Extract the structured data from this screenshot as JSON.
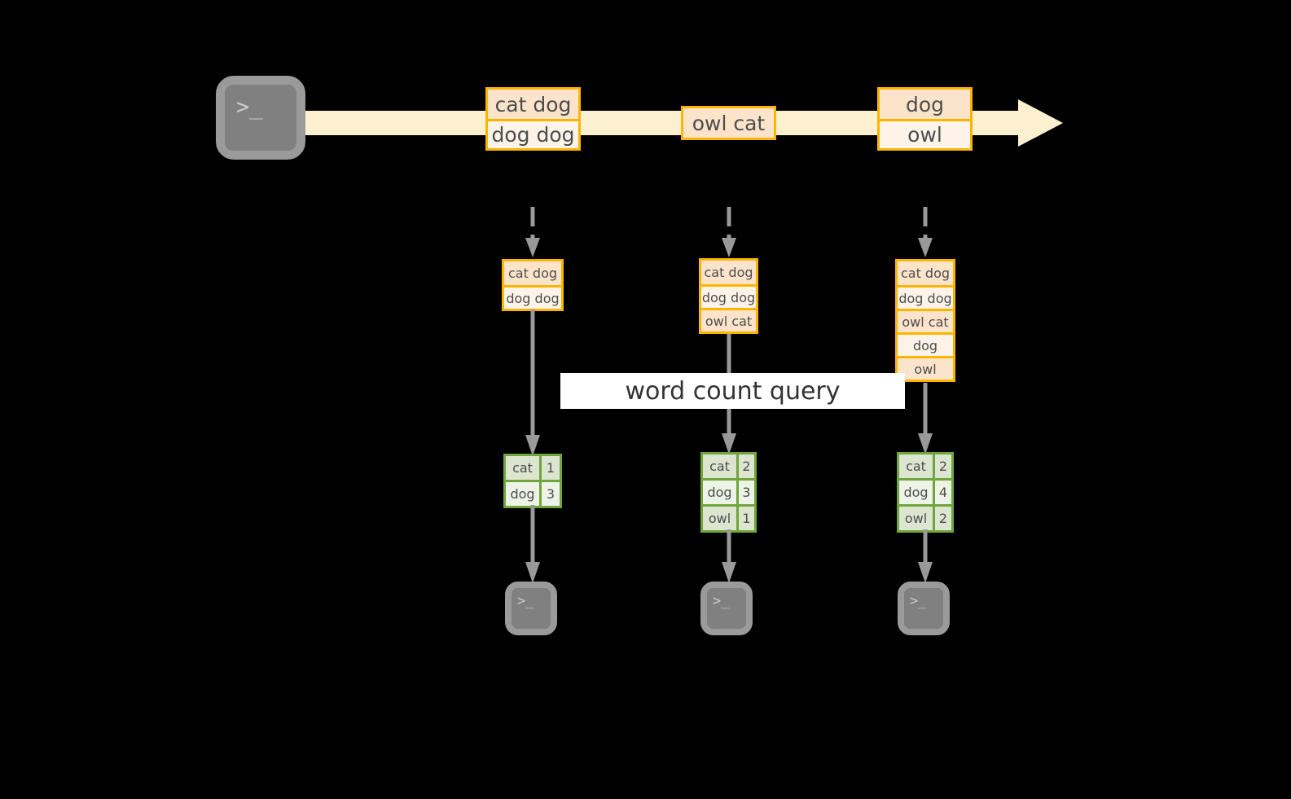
{
  "diagram": {
    "title": "word count query over a stream",
    "colors": {
      "background": "#000000",
      "stream_fill": "#fdf0d0",
      "record_border": "#ffb400",
      "record_fill_dark": "#fce4cb",
      "record_fill_light": "#fdf3e9",
      "result_border": "#6fa53b",
      "result_fill_dark": "#dce5d0",
      "result_fill_light": "#eef3e7",
      "terminal_fill": "#808080",
      "connector": "#999999",
      "label_background": "#ffffff",
      "text": "#4d4d4d"
    }
  },
  "source_terminal": {
    "prompt": ">_"
  },
  "stream": {
    "records": [
      {
        "lines": [
          {
            "text": "cat dog",
            "shade": "dark"
          },
          {
            "text": "dog dog",
            "shade": "light"
          }
        ]
      },
      {
        "lines": [
          {
            "text": "owl cat",
            "shade": "dark"
          }
        ]
      },
      {
        "lines": [
          {
            "text": "dog",
            "shade": "dark"
          },
          {
            "text": "owl",
            "shade": "light"
          }
        ]
      }
    ]
  },
  "query_label": "word count query",
  "snapshots": [
    {
      "state": [
        {
          "text": "cat dog",
          "shade": "dark"
        },
        {
          "text": "dog dog",
          "shade": "light"
        }
      ],
      "result": {
        "rows": [
          {
            "key": "cat",
            "value": "1",
            "shade": "dark"
          },
          {
            "key": "dog",
            "value": "3",
            "shade": "light"
          }
        ]
      },
      "sink_prompt": ">_"
    },
    {
      "state": [
        {
          "text": "cat dog",
          "shade": "dark"
        },
        {
          "text": "dog dog",
          "shade": "light"
        },
        {
          "text": "owl cat",
          "shade": "dark"
        }
      ],
      "result": {
        "rows": [
          {
            "key": "cat",
            "value": "2",
            "shade": "dark"
          },
          {
            "key": "dog",
            "value": "3",
            "shade": "light"
          },
          {
            "key": "owl",
            "value": "1",
            "shade": "dark"
          }
        ]
      },
      "sink_prompt": ">_"
    },
    {
      "state": [
        {
          "text": "cat dog",
          "shade": "dark"
        },
        {
          "text": "dog dog",
          "shade": "light"
        },
        {
          "text": "owl cat",
          "shade": "dark"
        },
        {
          "text": "dog",
          "shade": "light"
        },
        {
          "text": "owl",
          "shade": "dark"
        }
      ],
      "result": {
        "rows": [
          {
            "key": "cat",
            "value": "2",
            "shade": "dark"
          },
          {
            "key": "dog",
            "value": "4",
            "shade": "light"
          },
          {
            "key": "owl",
            "value": "2",
            "shade": "dark"
          }
        ]
      },
      "sink_prompt": ">_"
    }
  ]
}
